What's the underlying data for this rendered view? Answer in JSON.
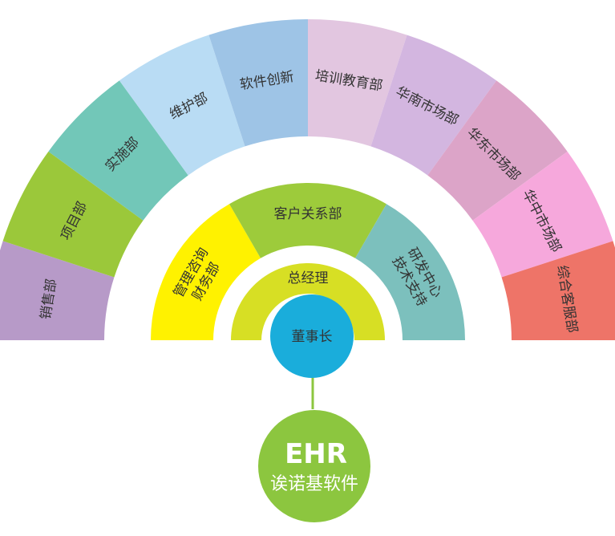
{
  "outer_ring": [
    {
      "label": "销售部",
      "color": "#b79ac8"
    },
    {
      "label": "项目部",
      "color": "#9bc83a"
    },
    {
      "label": "实施部",
      "color": "#72c7b8"
    },
    {
      "label": "维护部",
      "color": "#b9dcf4"
    },
    {
      "label": "软件创新",
      "color": "#9ec4e6"
    },
    {
      "label": "培训教育部",
      "color": "#e2c6e0"
    },
    {
      "label": "华南市场部",
      "color": "#d3b6e0"
    },
    {
      "label": "华东市场部",
      "color": "#dca4c8"
    },
    {
      "label": "华中市场部",
      "color": "#f6a8dc"
    },
    {
      "label": "综合客服部",
      "color": "#ee7468"
    }
  ],
  "middle_ring": [
    {
      "label": "管理咨询财务部",
      "lines": [
        "管理咨询",
        "财务部"
      ],
      "color": "#fff200"
    },
    {
      "label": "客户关系部",
      "lines": [
        "客户关系部"
      ],
      "color": "#9dcb3b"
    },
    {
      "label": "研发中心技术支持",
      "lines": [
        "研发中心",
        "技术支持"
      ],
      "color": "#7cc0bd"
    }
  ],
  "core": {
    "label": "总经理",
    "color": "#d7df24"
  },
  "chairman": {
    "label": "董事长",
    "color": "#1aaddb"
  },
  "connector_color": "#8cc63f",
  "brand": {
    "main": "EHR",
    "sub": "诶诺基软件",
    "color": "#8cc63f"
  }
}
